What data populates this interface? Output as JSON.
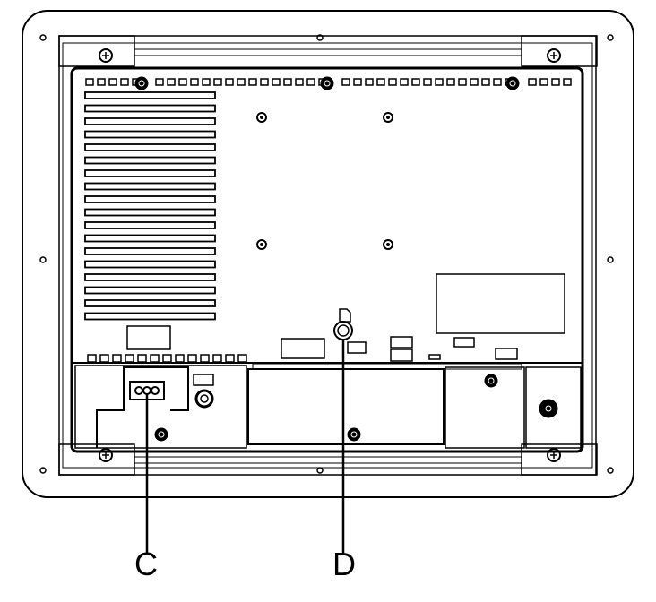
{
  "callouts": [
    {
      "id": "C",
      "label": "C"
    },
    {
      "id": "D",
      "label": "D"
    }
  ],
  "colors": {
    "line": "#000000",
    "background": "#ffffff"
  }
}
